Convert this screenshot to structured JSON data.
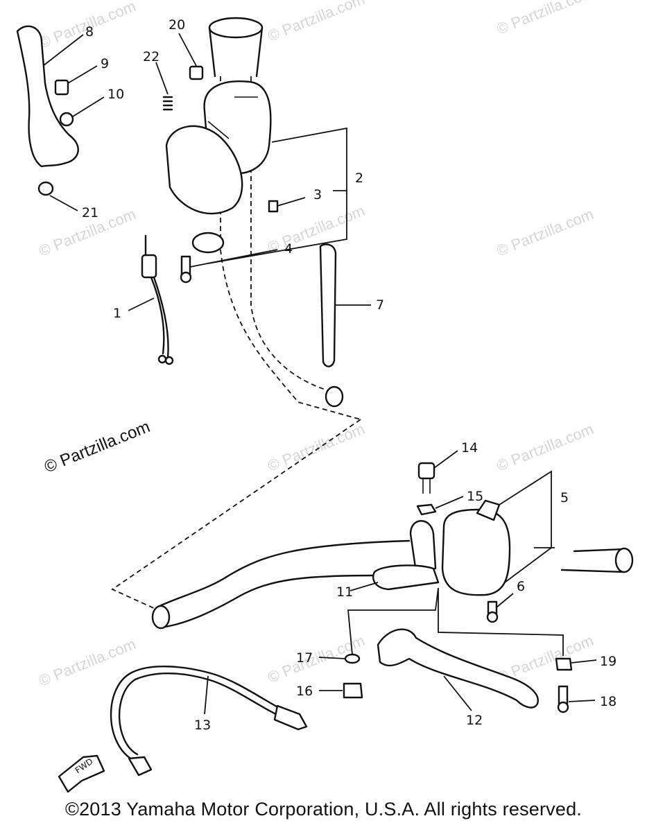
{
  "diagram": {
    "callouts": {
      "c1": "1",
      "c2": "2",
      "c3": "3",
      "c4": "4",
      "c5": "5",
      "c6": "6",
      "c7": "7",
      "c8": "8",
      "c9": "9",
      "c10": "10",
      "c11": "11",
      "c12": "12",
      "c13": "13",
      "c14": "14",
      "c15": "15",
      "c16": "16",
      "c17": "17",
      "c18": "18",
      "c19": "19",
      "c20": "20",
      "c21": "21",
      "c22": "22"
    },
    "watermark": "© Partzilla.com",
    "direction_tag": "FWD",
    "copyright": "©2013  Yamaha Motor Corporation, U.S.A. All rights reserved."
  }
}
